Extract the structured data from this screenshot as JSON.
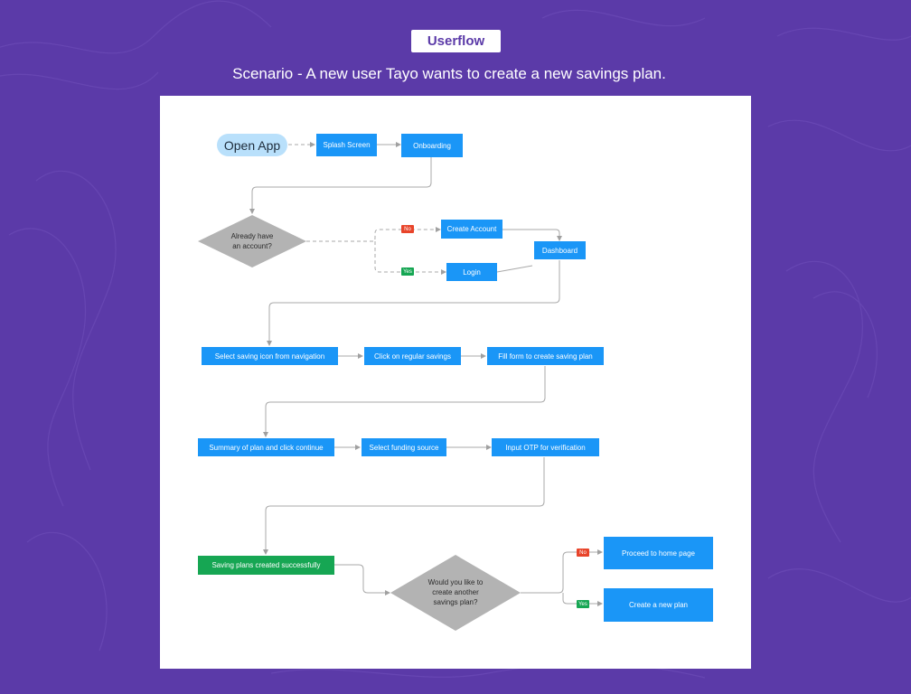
{
  "header": {
    "badge": "Userflow",
    "scenario": "Scenario - A new user Tayo wants to create a new savings plan."
  },
  "colors": {
    "background": "#5b3aa8",
    "process_node": "#1a96f7",
    "success_node": "#16a653",
    "decision_node": "#b3b3b3",
    "start_node": "#b9e0fb",
    "no_tag": "#e8442a",
    "yes_tag": "#16a653"
  },
  "flow": {
    "open_app": "Open App",
    "splash_screen": "Splash Screen",
    "onboarding": "Onboarding",
    "decision_account": {
      "line1": "Already have",
      "line2": "an account?"
    },
    "no_label": "No",
    "yes_label": "Yes",
    "create_account": "Create Account",
    "login": "Login",
    "dashboard": "Dashboard",
    "select_saving_icon": "Select saving icon from navigation",
    "click_regular_savings": "Click on regular savings",
    "fill_form": "Fill form to create saving plan",
    "summary": "Summary of plan and click continue",
    "select_funding": "Select funding source",
    "input_otp": "Input OTP for verification",
    "success": "Saving plans created successfully",
    "decision_another": {
      "line1": "Would you like to",
      "line2": "create another",
      "line3": "savings plan?"
    },
    "proceed_home": "Proceed to home page",
    "create_new_plan": "Create a new plan"
  }
}
